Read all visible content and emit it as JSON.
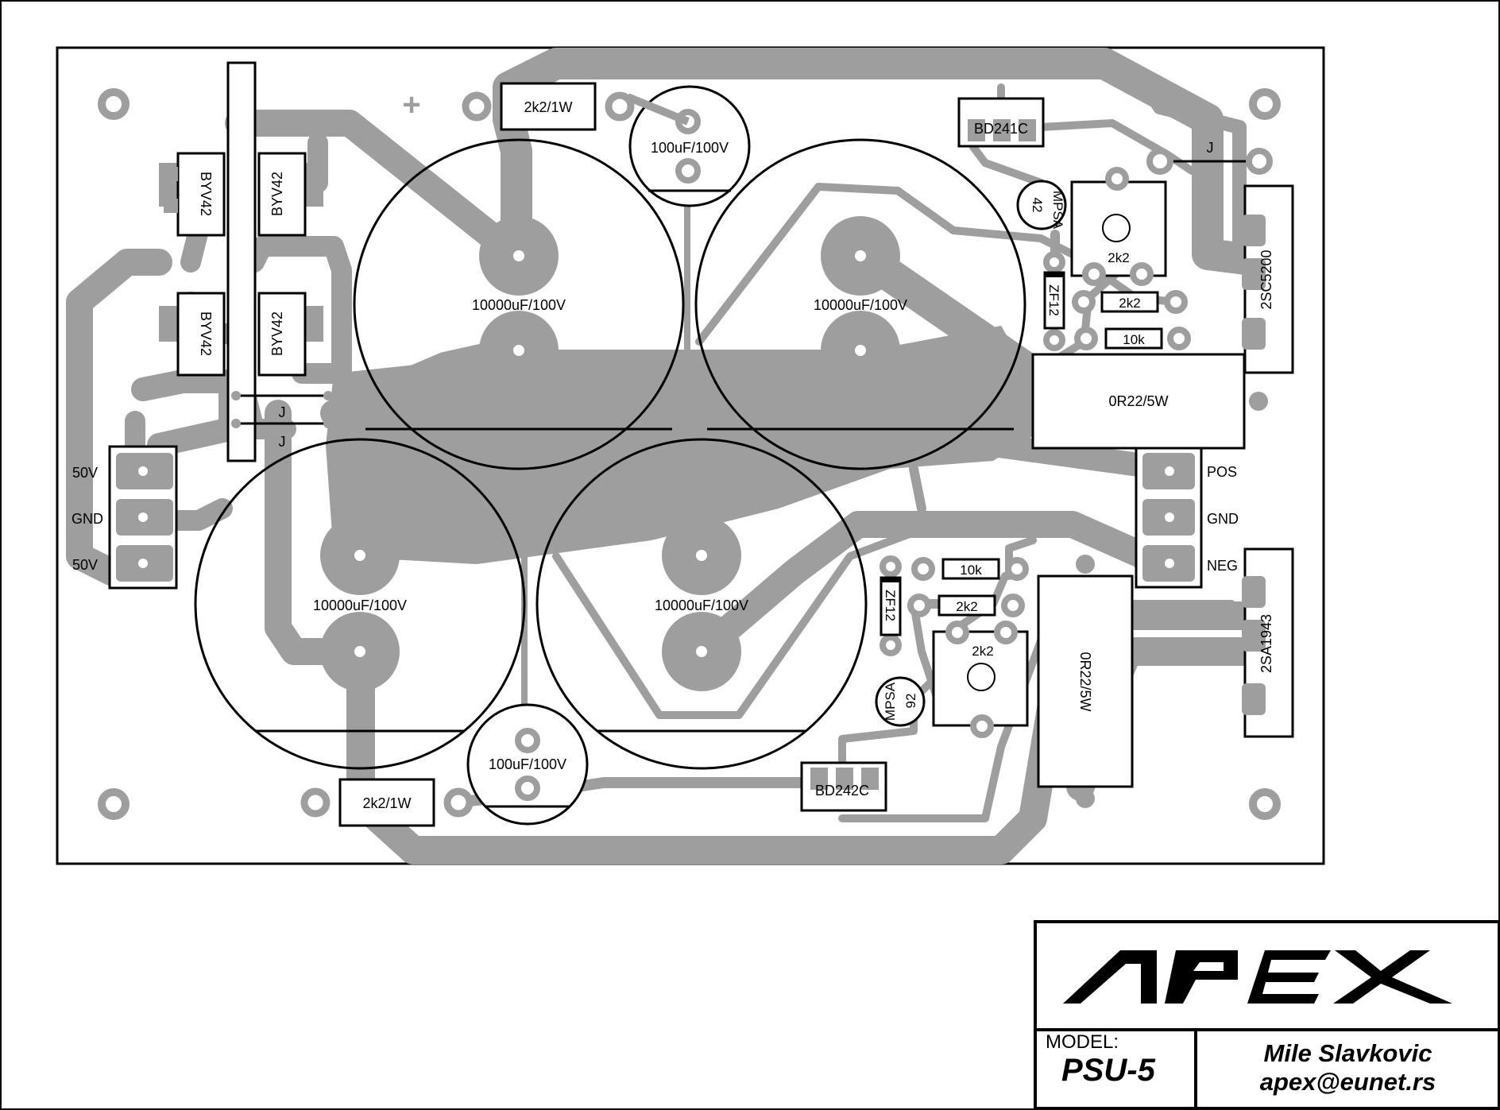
{
  "board": {
    "polarity_mark": "+",
    "resistors": [
      {
        "id": "r-top-1w",
        "label": "2k2/1W"
      },
      {
        "id": "r-bot-1w",
        "label": "2k2/1W"
      },
      {
        "id": "r-2k2-upper-a",
        "label": "2k2"
      },
      {
        "id": "r-10k-upper",
        "label": "10k"
      },
      {
        "id": "r-10k-lower",
        "label": "10k"
      },
      {
        "id": "r-2k2-lower-a",
        "label": "2k2"
      },
      {
        "id": "r-power-upper",
        "label": "0R22/5W"
      },
      {
        "id": "r-power-lower",
        "label": "0R22/5W"
      }
    ],
    "trimmers": [
      {
        "id": "trim-upper",
        "label": "2k2"
      },
      {
        "id": "trim-lower",
        "label": "2k2"
      }
    ],
    "capacitors": [
      {
        "id": "c-big-1",
        "label": "10000uF/100V"
      },
      {
        "id": "c-big-2",
        "label": "10000uF/100V"
      },
      {
        "id": "c-big-3",
        "label": "10000uF/100V"
      },
      {
        "id": "c-big-4",
        "label": "10000uF/100V"
      },
      {
        "id": "c-small-top",
        "label": "100uF/100V"
      },
      {
        "id": "c-small-bot",
        "label": "100uF/100V"
      }
    ],
    "diodes": [
      {
        "id": "d1",
        "label": "BYV42"
      },
      {
        "id": "d2",
        "label": "BYV42"
      },
      {
        "id": "d3",
        "label": "BYV42"
      },
      {
        "id": "d4",
        "label": "BYV42"
      }
    ],
    "zeners": [
      {
        "id": "z-upper",
        "label": "ZF12"
      },
      {
        "id": "z-lower",
        "label": "ZF12"
      }
    ],
    "transistors": [
      {
        "id": "q-bd241",
        "label": "BD241C"
      },
      {
        "id": "q-bd242",
        "label": "BD242C"
      },
      {
        "id": "q-mpsa42",
        "label_line1": "MPSA",
        "label_line2": "42"
      },
      {
        "id": "q-mpsa92",
        "label_line1": "MPSA",
        "label_line2": "92"
      },
      {
        "id": "q-2sc5200",
        "label": "2SC5200"
      },
      {
        "id": "q-2sa1943",
        "label": "2SA1943"
      }
    ],
    "jumpers": [
      "J",
      "J",
      "J"
    ],
    "input_connector": [
      "50V",
      "GND",
      "50V"
    ],
    "output_connector": [
      "POS",
      "GND",
      "NEG"
    ]
  },
  "title_block": {
    "brand": "APEX",
    "model_label": "MODEL:",
    "model_value": "PSU-5",
    "author_name": "Mile Slavkovic",
    "author_email": "apex@eunet.rs"
  },
  "colors": {
    "trace": "#9e9e9e",
    "outline": "#000000",
    "background": "#ffffff"
  }
}
